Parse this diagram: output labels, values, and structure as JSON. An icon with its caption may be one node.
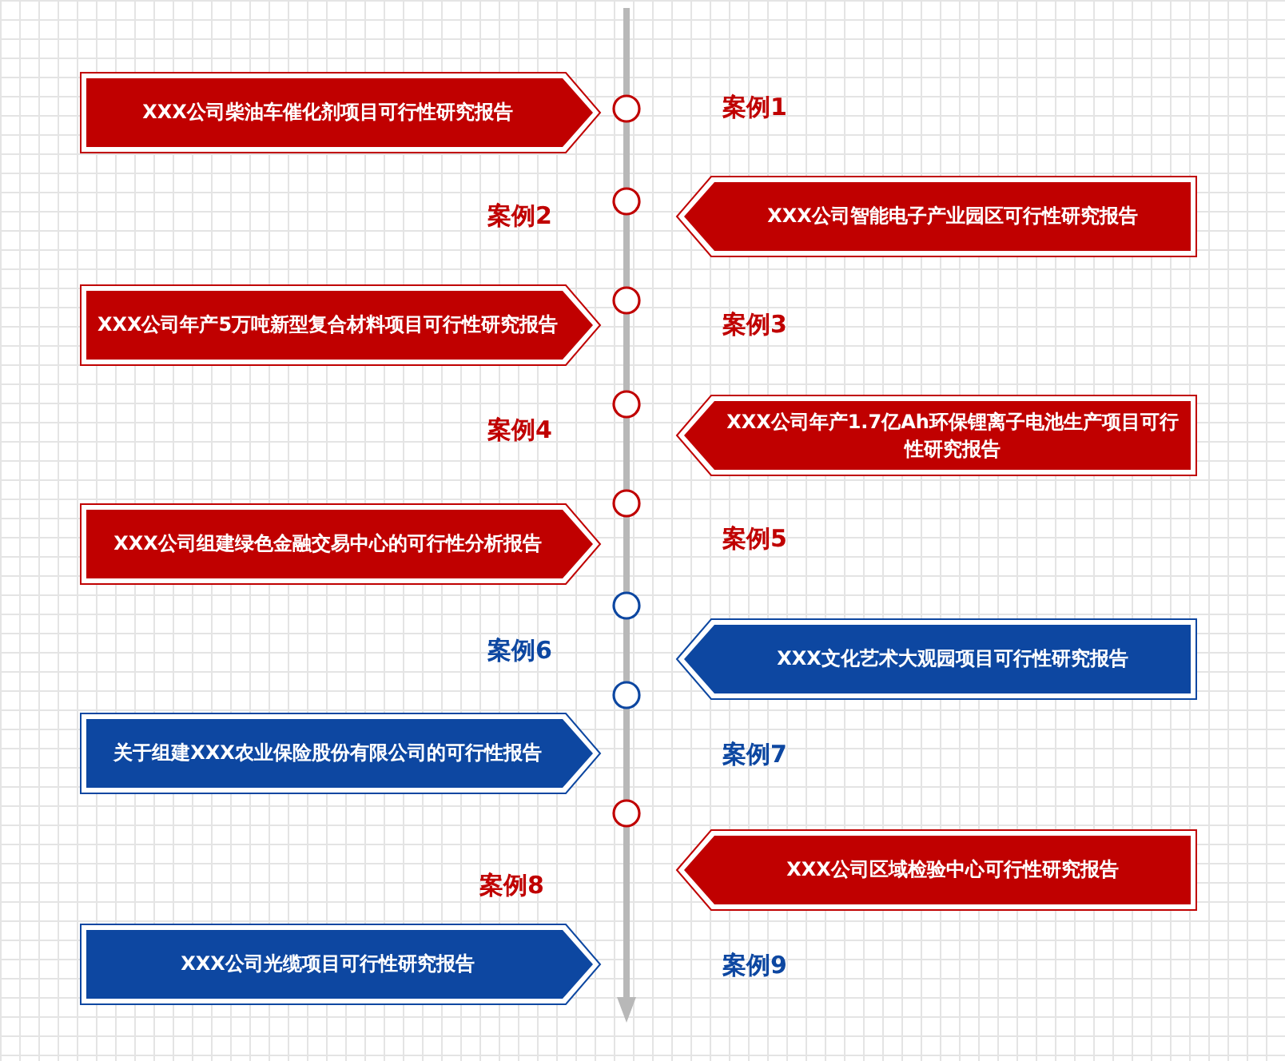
{
  "diagram": {
    "nodes": [
      {
        "text": [
          "XXX公司柴油车催化剂项目可行性研究报告"
        ]
      },
      {
        "text": [
          "XXX公司智能电子产业园区可行性研究报告"
        ]
      },
      {
        "text": [
          "XXX公司年产5万吨新型复合材料项目可行性研究报告"
        ]
      },
      {
        "text": [
          "XXX公司年产1.7亿Ah环保锂离子电池生产项目可行性研究报告"
        ]
      },
      {
        "text": [
          "XXX公司组建绿色金融交易中心的可行性分析报告"
        ]
      },
      {
        "text": [
          "XXX文化艺术大观园项目可行性研究报告"
        ]
      },
      {
        "text": [
          "关于组建XXX农业保险股份有限公司的可行性报告"
        ]
      },
      {
        "text": [
          "XXX公司区域检验中心可行性研究报告"
        ]
      },
      {
        "text": [
          "XXX公司光缆项目可行性研究报告"
        ]
      }
    ],
    "labels": [
      "案例1",
      "案例2",
      "案例3",
      "案例4",
      "案例5",
      "案例6",
      "案例7",
      "案例8",
      "案例9"
    ]
  }
}
